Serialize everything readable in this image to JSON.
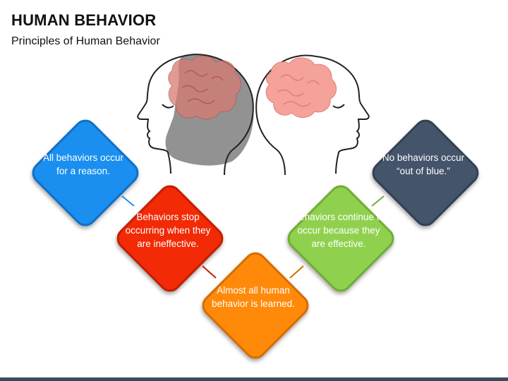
{
  "title": "HUMAN BEHAVIOR",
  "subtitle": "Principles of Human Behavior",
  "principles": [
    {
      "id": "reason",
      "text": "All behaviors occur for a reason.",
      "color": "#1a8ff0"
    },
    {
      "id": "ineffective",
      "text": "Behaviors stop occurring when they are ineffective.",
      "color": "#f22a05"
    },
    {
      "id": "learned",
      "text": "Almost all human behavior is learned.",
      "color": "#ff8a0a"
    },
    {
      "id": "effective",
      "text": "Behaviors continue to occur because they are effective.",
      "color": "#8fd14f"
    },
    {
      "id": "out-of-blue",
      "text": "No behaviors occur “out of blue.”",
      "color": "#44546a"
    }
  ],
  "colors": {
    "left_head_fill": "#7f7f7f",
    "brain_fill": "#f4a29a",
    "footer_bar": "#3c4a5c"
  },
  "icons": [
    "left-head-icon",
    "right-head-icon",
    "left-brain-icon",
    "right-brain-icon"
  ]
}
